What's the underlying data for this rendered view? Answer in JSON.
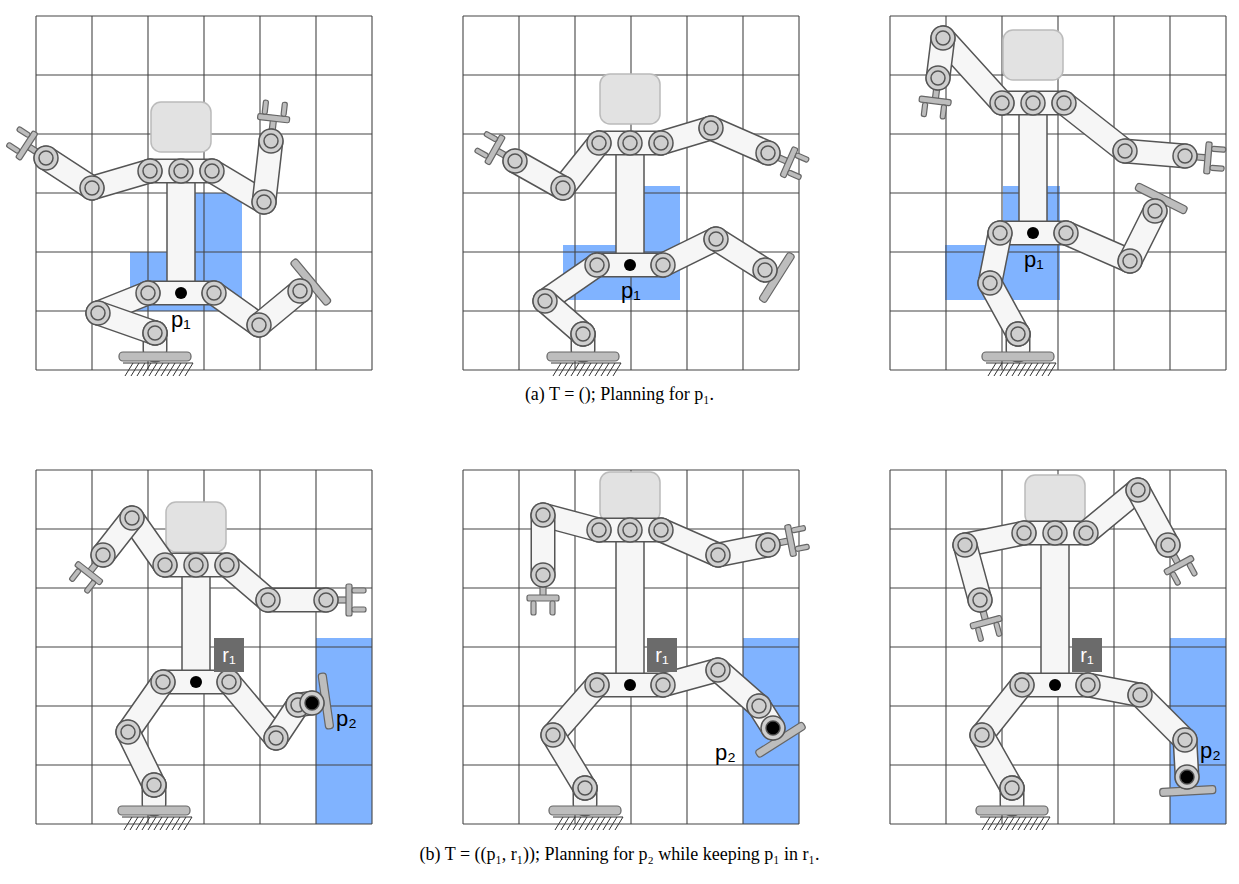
{
  "diagram": {
    "nodes": [
      {
        "text": [
          "r₁"
        ]
      },
      {
        "text": [
          "r₁"
        ]
      },
      {
        "text": [
          "r₁"
        ]
      }
    ],
    "labels": [
      "p₁",
      "p₁",
      "p₁",
      "(a) T = (); Planning for p₁.",
      "p₂",
      "p₂",
      "p₂",
      "(b) T = ((p₁, r₁)); Planning for p₂ while keeping p₁ in r₁."
    ]
  }
}
